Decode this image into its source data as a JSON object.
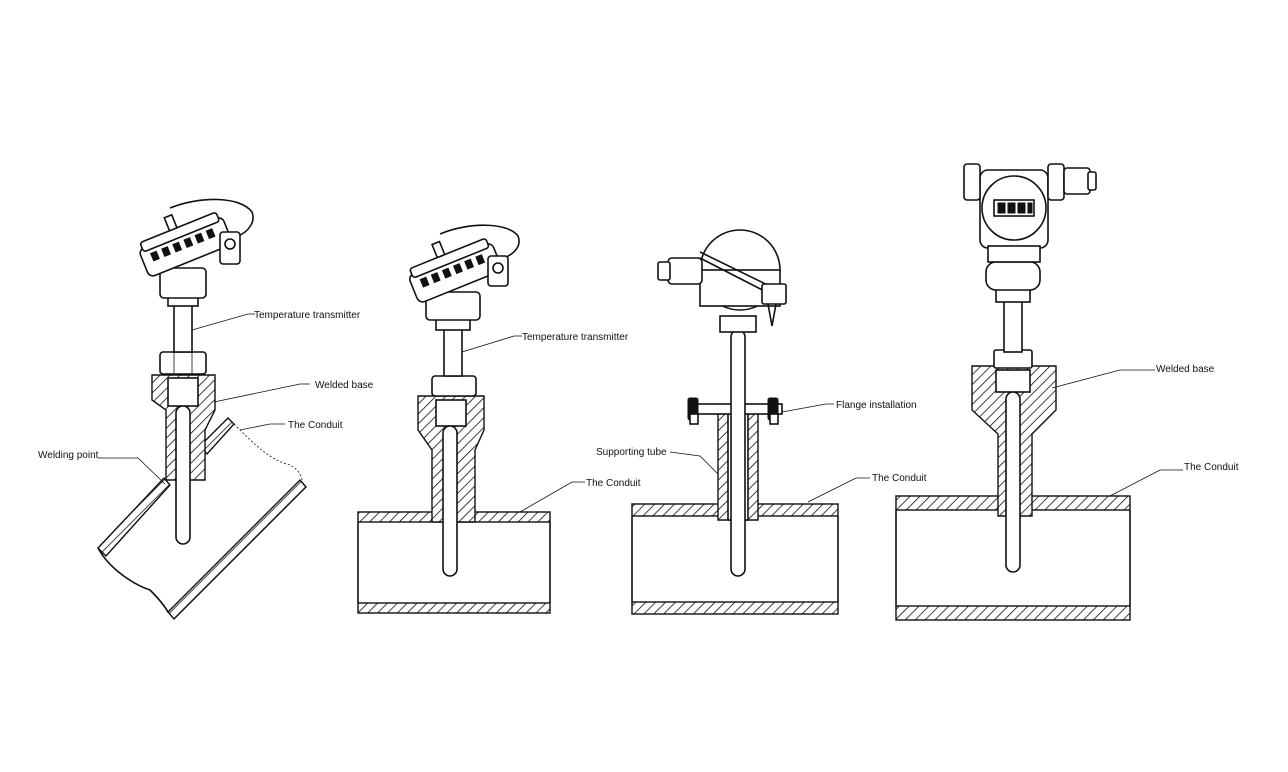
{
  "diagrams": [
    {
      "labels": {
        "transmitter": "Temperature transmitter",
        "welded_base": "Welded base",
        "conduit": "The Conduit",
        "welding_point": "Welding point"
      }
    },
    {
      "labels": {
        "transmitter": "Temperature transmitter",
        "conduit": "The Conduit"
      }
    },
    {
      "labels": {
        "flange": "Flange installation",
        "supporting_tube": "Supporting tube",
        "conduit": "The Conduit"
      }
    },
    {
      "labels": {
        "welded_base": "Welded base",
        "conduit": "The Conduit"
      }
    }
  ]
}
